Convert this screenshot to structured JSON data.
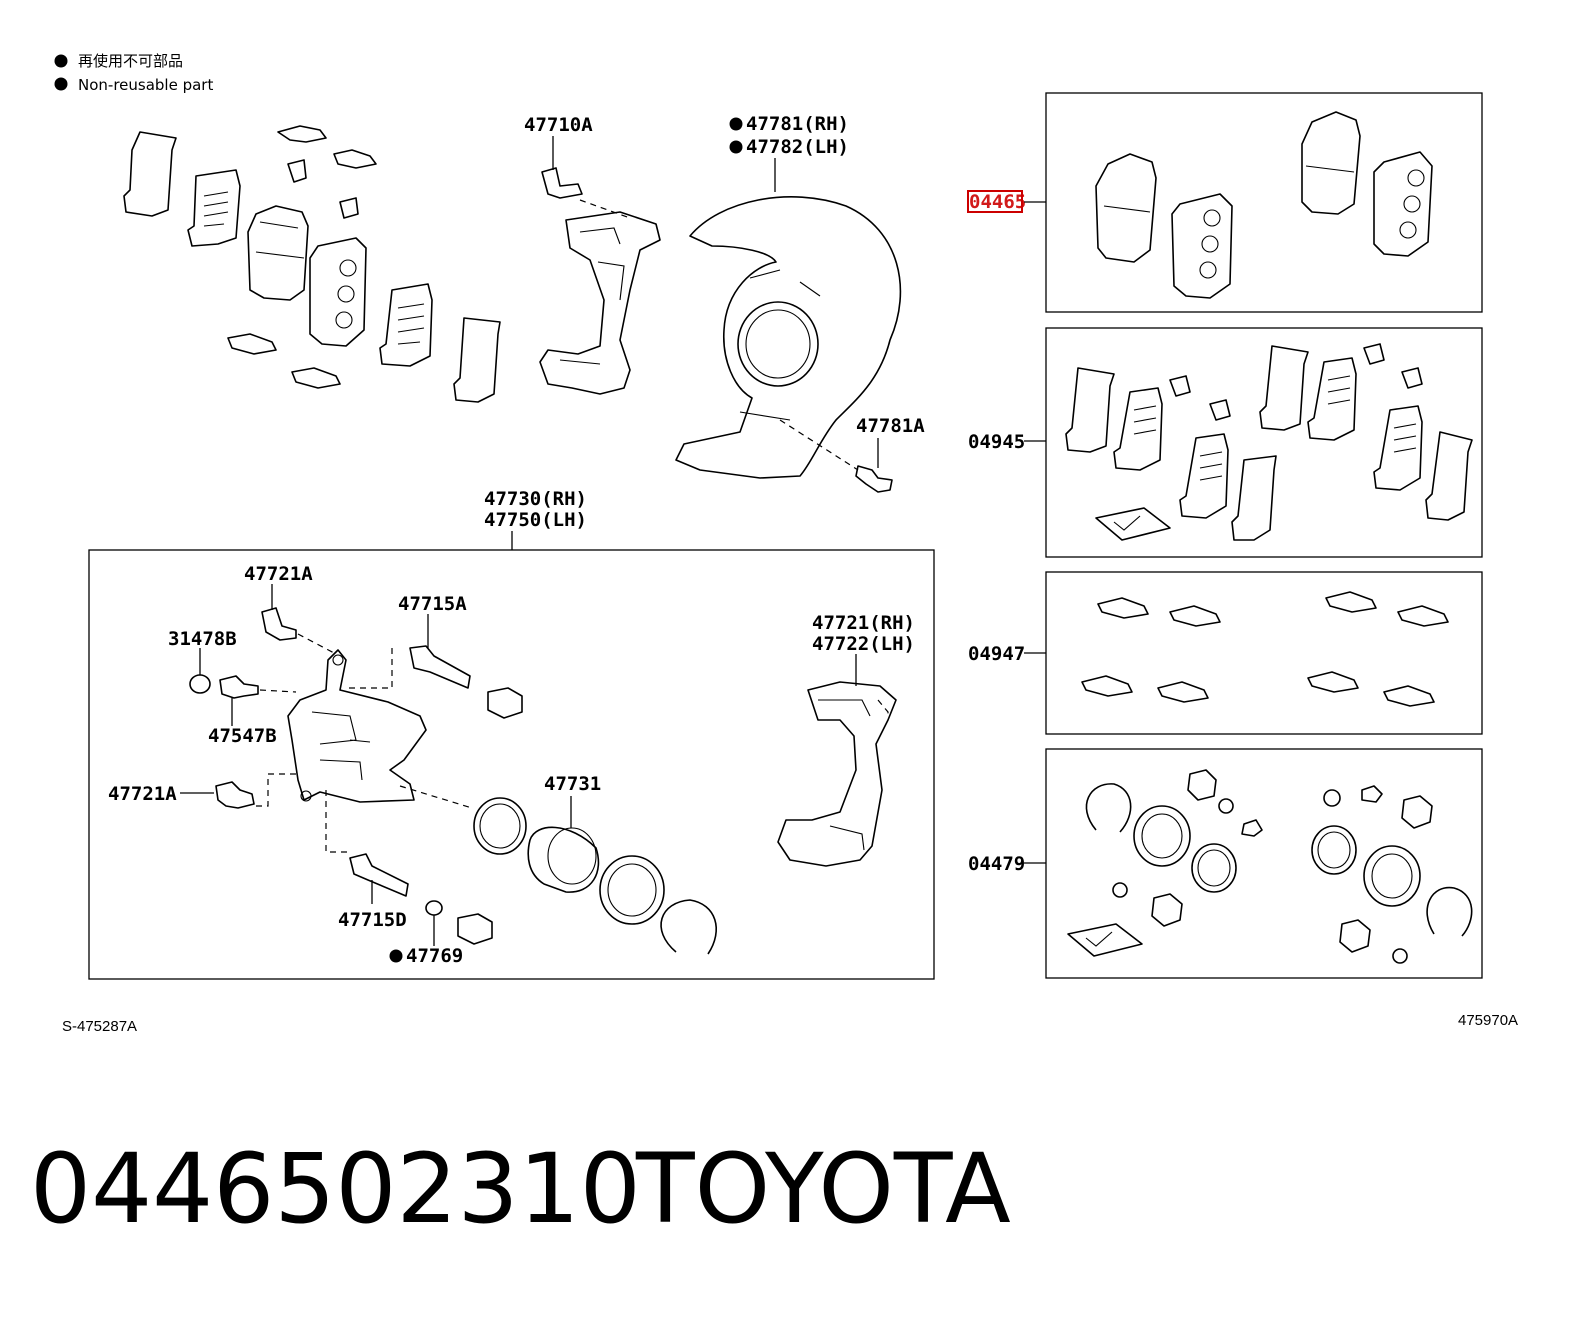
{
  "legend": {
    "jp": "再使用不可部品",
    "en": "Non-reusable part"
  },
  "callouts": {
    "c47710A": "47710A",
    "c47781RH": "47781(RH)",
    "c47782LH": "47782(LH)",
    "c47781A": "47781A",
    "c47730RH": "47730(RH)",
    "c47750LH": "47750(LH)",
    "c47721A_top": "47721A",
    "c31478B": "31478B",
    "c47715A": "47715A",
    "c47547B": "47547B",
    "c47721A_left": "47721A",
    "c47731": "47731",
    "c47715D": "47715D",
    "c47769": "47769",
    "c47721RH": "47721(RH)",
    "c47722LH": "47722(LH)",
    "k04465": "04465",
    "k04945": "04945",
    "k04947": "04947",
    "k04479": "04479"
  },
  "codes": {
    "left": "S-475287A",
    "right": "475970A"
  },
  "footer": {
    "part_number": "0446502310",
    "brand": "TOYOTA"
  },
  "highlight_color": "#cc0000"
}
